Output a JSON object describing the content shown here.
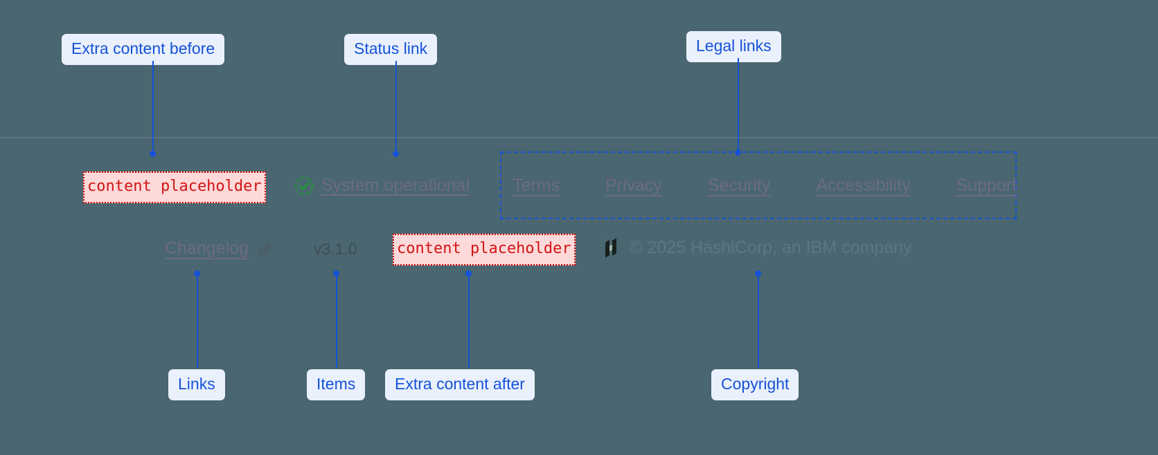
{
  "annotations": {
    "extra_before": "Extra content before",
    "status_link": "Status link",
    "legal_links": "Legal links",
    "links": "Links",
    "items": "Items",
    "extra_after": "Extra content after",
    "copyright": "Copyright"
  },
  "footer": {
    "extra_before_slot": "content placeholder",
    "extra_after_slot": "content placeholder",
    "status": {
      "icon": "check-circle-icon",
      "label": "System operational"
    },
    "legal": [
      {
        "label": "Terms"
      },
      {
        "label": "Privacy"
      },
      {
        "label": "Security"
      },
      {
        "label": "Accessibility"
      },
      {
        "label": "Support"
      }
    ],
    "changelog": {
      "label": "Changelog",
      "icon": "external-link-icon"
    },
    "version": "v3.1.0",
    "copyright": {
      "logo": "hashicorp-logo",
      "text": "© 2025 HashiCorp, an IBM company"
    }
  },
  "colors": {
    "background": "#4a6670",
    "annotation": "#1552d8",
    "annotation_bg": "#eaf1fd",
    "placeholder_text": "#d11414",
    "placeholder_bg": "#fdd9d9",
    "link": "#6d6b84",
    "status_ok": "#1f9a33"
  }
}
